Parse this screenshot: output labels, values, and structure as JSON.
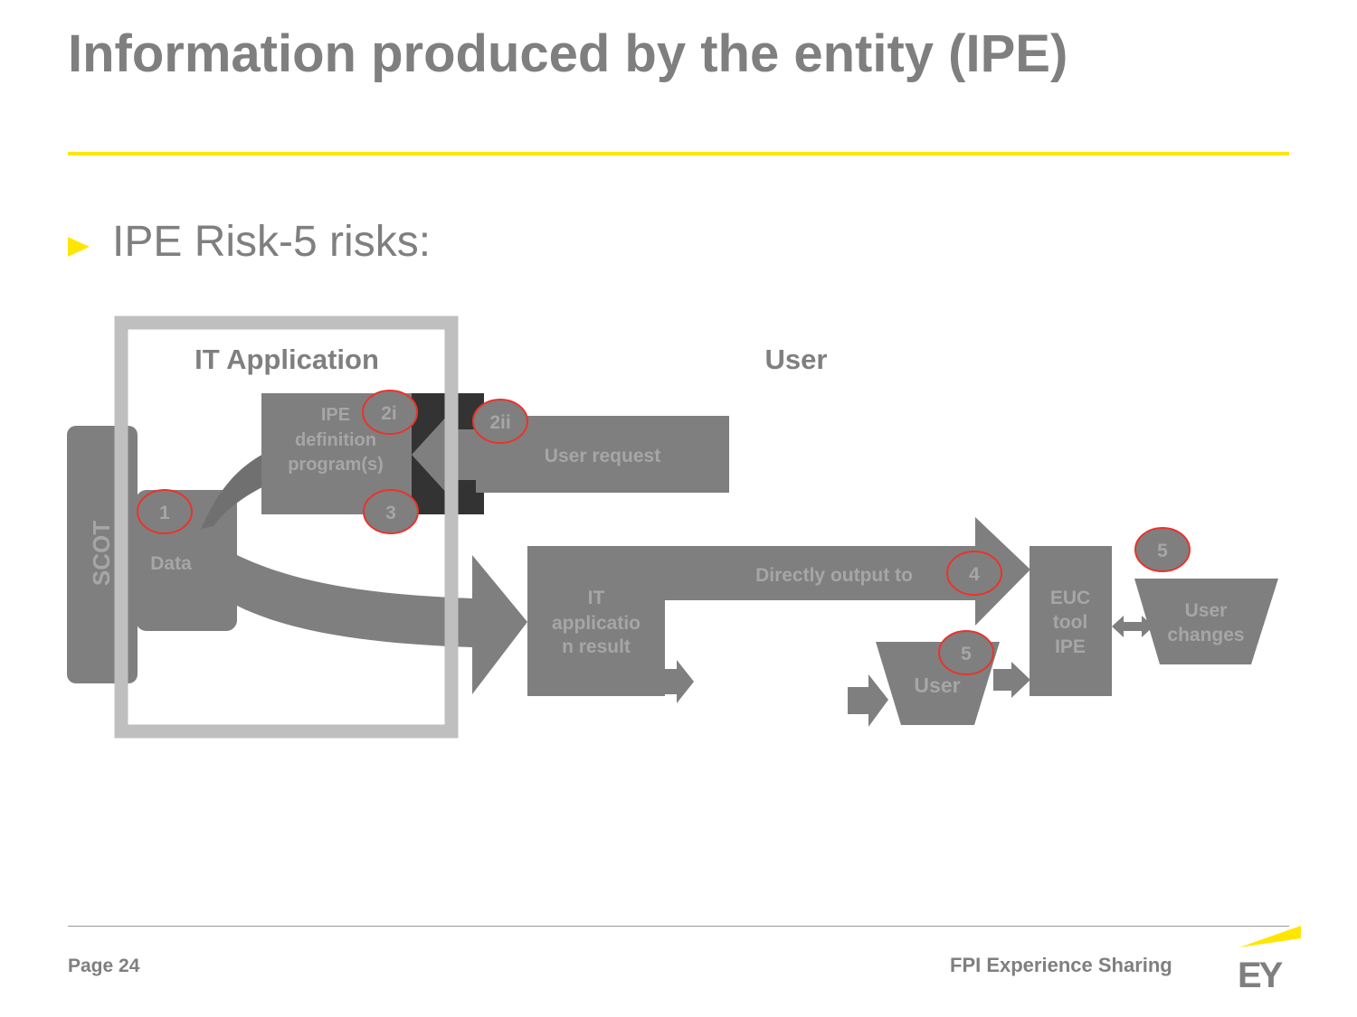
{
  "slide": {
    "title": "Information produced by the entity (IPE)",
    "bullet": "IPE Risk-5 risks:",
    "accent_color": "#ffe600",
    "text_color": "#7f7f7f"
  },
  "diagram": {
    "labels": {
      "it_application": "IT Application",
      "user_header": "User",
      "scot": "SCOT",
      "data": "Data",
      "ipe_definition": [
        "IPE",
        "definition",
        "program(s)"
      ],
      "user_request": "User request",
      "it_result": [
        "IT",
        "applicatio",
        "n result"
      ],
      "directly_output": "Directly output to",
      "euc": [
        "EUC",
        "tool",
        "IPE"
      ],
      "user_box": "User",
      "user_changes": [
        "User",
        "changes"
      ]
    },
    "risk_markers": {
      "r1": "1",
      "r2i": "2i",
      "r2ii": "2ii",
      "r3": "3",
      "r4": "4",
      "r5_user": "5",
      "r5_changes": "5"
    },
    "colors": {
      "shape_fill": "#7f7f7f",
      "shape_text": "#a6a6a6",
      "dark_fill": "#333333",
      "frame": "#bfbfbf",
      "marker_stroke": "#e8342c"
    }
  },
  "footer": {
    "page": "Page 24",
    "title": "FPI Experience Sharing",
    "logo_text": "EY"
  }
}
